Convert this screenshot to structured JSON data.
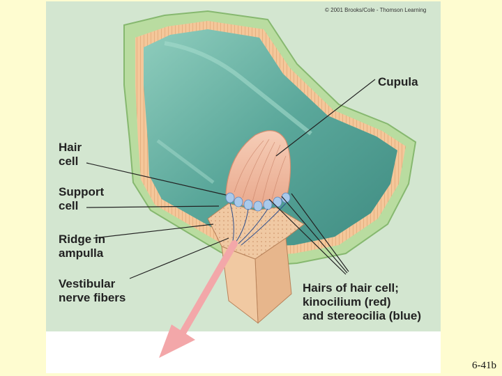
{
  "copyright": "© 2001 Brooks/Cole - Thomson Learning",
  "labels": {
    "cupula": "Cupula",
    "hair_cell": "Hair\ncell",
    "support_cell": "Support\ncell",
    "ridge": "Ridge in\nampulla",
    "nerve": "Vestibular\nnerve fibers",
    "hairs": "Hairs of hair cell;\nkinocilium (red)\nand stereocilia (blue)"
  },
  "slide_number": "6-41b",
  "colors": {
    "background": "#fefcd0",
    "panel": "#d3e6d0",
    "fluid": "#5aa79a",
    "cupula": "#f1bca2",
    "nerve_arrow": "#f3a7a9"
  }
}
